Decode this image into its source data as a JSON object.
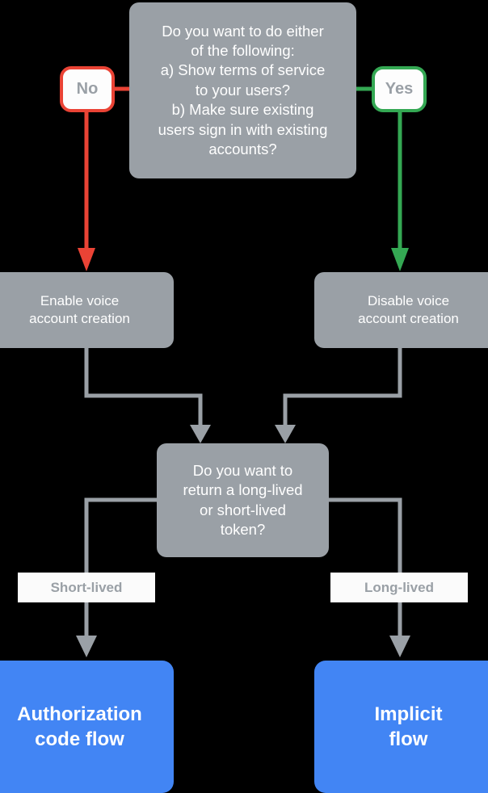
{
  "diagram": {
    "title": "Account linking flow decision chart",
    "background_color": "#000000",
    "colors": {
      "gray": "#9aa0a6",
      "blue": "#4285f4",
      "red": "#ea4335",
      "green": "#34a853",
      "white": "#ffffff",
      "label_bg": "#fbfbfb"
    }
  },
  "nodes": {
    "decision_top": {
      "text": "Do you want to do either\nof the following:\na) Show terms of service\nto your users?\nb) Make sure existing\nusers sign in with existing\naccounts?"
    },
    "pill_no": {
      "label": "No"
    },
    "pill_yes": {
      "label": "Yes"
    },
    "process_enable": {
      "text": "Enable voice\naccount creation"
    },
    "process_disable": {
      "text": "Disable voice\naccount creation"
    },
    "decision_token": {
      "text": "Do you want to\nreturn a long-lived\nor short-lived\ntoken?"
    },
    "label_short": {
      "text": "Short-lived"
    },
    "label_long": {
      "text": "Long-lived"
    },
    "outcome_auth": {
      "text": "Authorization\ncode flow"
    },
    "outcome_implicit": {
      "text": "Implicit\nflow"
    }
  },
  "edges": [
    {
      "name": "no-branch",
      "from": "decision_top",
      "to": "process_enable",
      "via": "pill_no",
      "color": "#ea4335"
    },
    {
      "name": "yes-branch",
      "from": "decision_top",
      "to": "process_disable",
      "via": "pill_yes",
      "color": "#34a853"
    },
    {
      "name": "enable-to-token",
      "from": "process_enable",
      "to": "decision_token",
      "color": "#9aa0a6"
    },
    {
      "name": "disable-to-token",
      "from": "process_disable",
      "to": "decision_token",
      "color": "#9aa0a6"
    },
    {
      "name": "short-lived-branch",
      "from": "decision_token",
      "to": "outcome_auth",
      "label": "Short-lived",
      "color": "#9aa0a6"
    },
    {
      "name": "long-lived-branch",
      "from": "decision_token",
      "to": "outcome_implicit",
      "label": "Long-lived",
      "color": "#9aa0a6"
    }
  ]
}
